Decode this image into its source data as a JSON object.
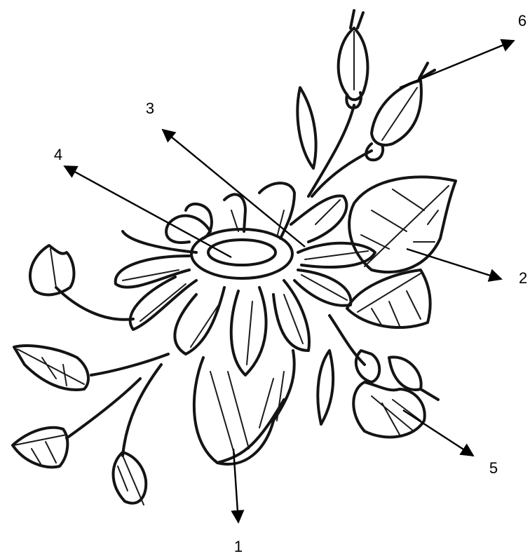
{
  "labels": [
    {
      "id": "1",
      "text": "1"
    },
    {
      "id": "2",
      "text": "2"
    },
    {
      "id": "3",
      "text": "3"
    },
    {
      "id": "4",
      "text": "4"
    },
    {
      "id": "5",
      "text": "5"
    },
    {
      "id": "6",
      "text": "6"
    }
  ],
  "colors": {
    "ink": "#141414",
    "paper": "#ffffff"
  }
}
